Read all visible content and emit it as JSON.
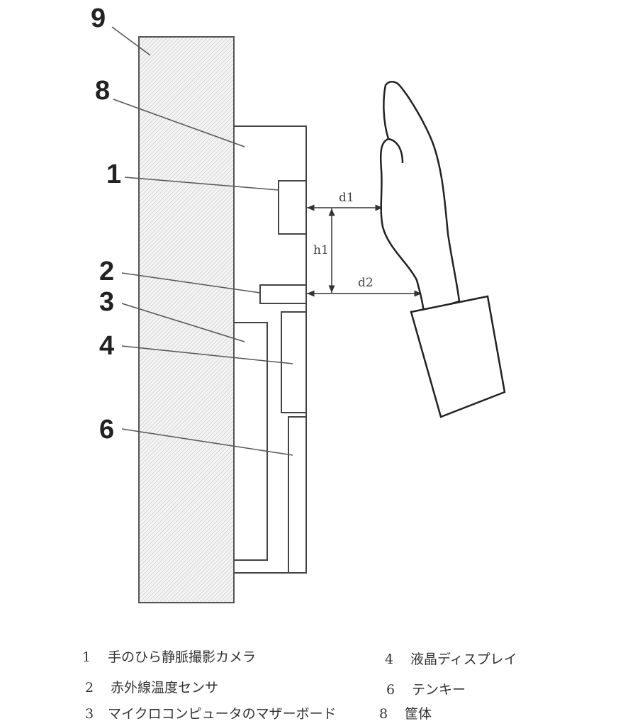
{
  "labels": {
    "housing_outer": "9",
    "housing": "8",
    "camera": "1",
    "sensor": "2",
    "motherboard": "3",
    "display": "4",
    "keypad": "6"
  },
  "dimensions": {
    "d1": "d1",
    "d2": "d2",
    "h1": "h1"
  },
  "legend": [
    {
      "num": "1",
      "text": "手のひら静脈撮影カメラ"
    },
    {
      "num": "2",
      "text": "赤外線温度センサ"
    },
    {
      "num": "3",
      "text": "マイクロコンピュータのマザーボード"
    },
    {
      "num": "4",
      "text": "液晶ディスプレイ"
    },
    {
      "num": "6",
      "text": "テンキー"
    },
    {
      "num": "8",
      "text": "筐体"
    }
  ]
}
